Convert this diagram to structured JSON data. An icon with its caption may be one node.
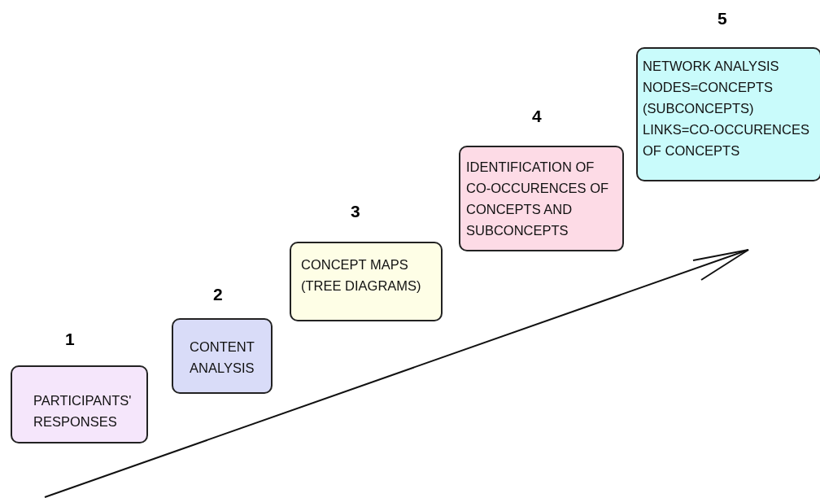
{
  "diagram": {
    "nodes": [
      {
        "text": [
          "1",
          "PARTICIPANTS' RESPONSES"
        ]
      },
      {
        "text": [
          "2",
          "CONTENT ANALYSIS"
        ]
      },
      {
        "text": [
          "3",
          "CONCEPT MAPS (TREE DIAGRAMS)"
        ]
      },
      {
        "text": [
          "4",
          "IDENTIFICATION OF CO-OCCURENCES OF CONCEPTS AND SUBCONCEPTS"
        ]
      },
      {
        "text": [
          "5",
          "NETWORK ANALYSIS",
          "NODES=CONCEPTS (SUBCONCEPTS)",
          "LINKS=CO-OCCURENCES OF CONCEPTS"
        ]
      }
    ]
  }
}
